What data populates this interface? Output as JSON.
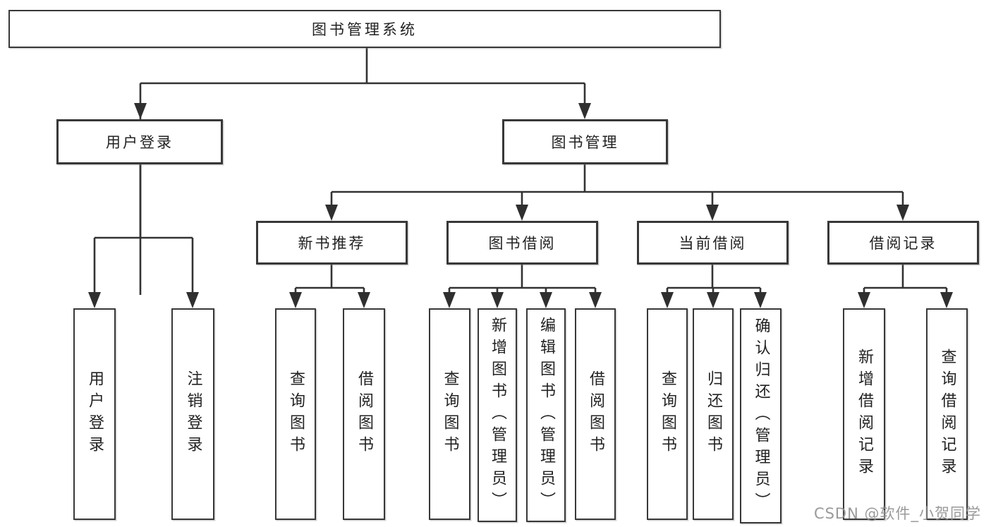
{
  "diagram": {
    "root": {
      "label": "图书管理系统"
    },
    "branches": [
      {
        "label": "用户登录",
        "children": [
          {
            "label": "用户登录"
          },
          {
            "label": "注销登录"
          }
        ]
      },
      {
        "label": "图书管理",
        "children": [
          {
            "label": "新书推荐",
            "children": [
              {
                "label": "查询图书"
              },
              {
                "label": "借阅图书"
              }
            ]
          },
          {
            "label": "图书借阅",
            "children": [
              {
                "label": "查询图书"
              },
              {
                "label": "新增图书（管理员）"
              },
              {
                "label": "编辑图书（管理员）"
              },
              {
                "label": "借阅图书"
              }
            ]
          },
          {
            "label": "当前借阅",
            "children": [
              {
                "label": "查询图书"
              },
              {
                "label": "归还图书"
              },
              {
                "label": "确认归还（管理员）"
              }
            ]
          },
          {
            "label": "借阅记录",
            "children": [
              {
                "label": "新增借阅记录"
              },
              {
                "label": "查询借阅记录"
              }
            ]
          }
        ]
      }
    ],
    "watermark": "CSDN @软件_小贺同学",
    "colors": {
      "line": "#333333",
      "border": "#383838",
      "text": "#222222",
      "watermark": "#919191",
      "background": "#ffffff"
    }
  }
}
